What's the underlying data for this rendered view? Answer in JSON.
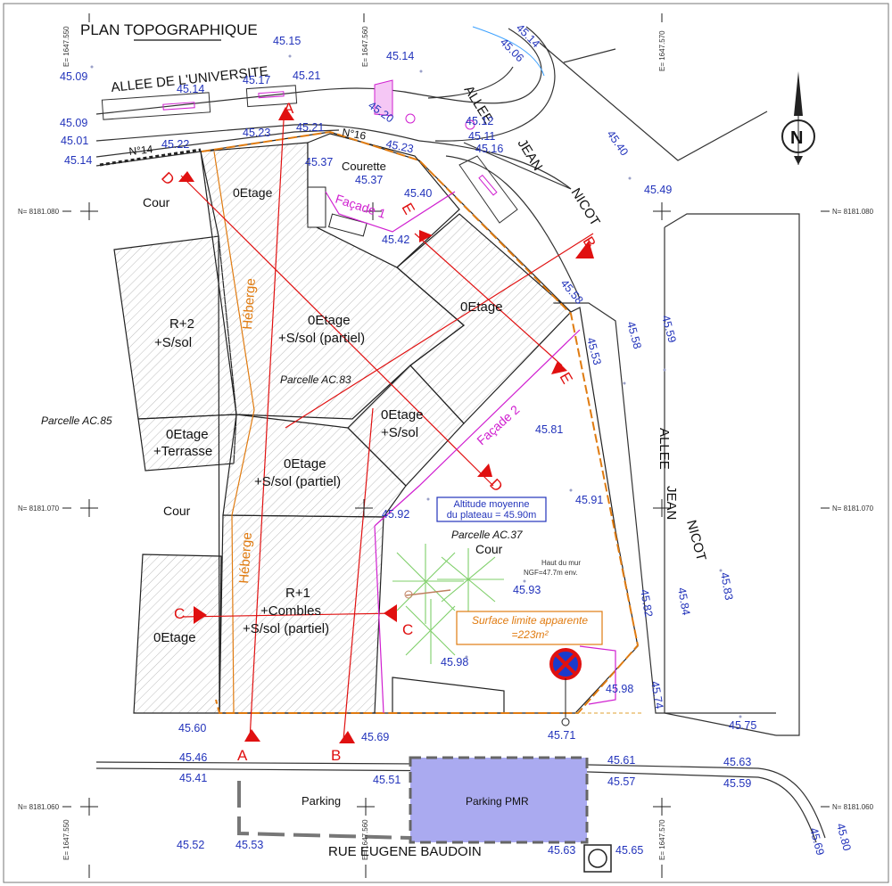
{
  "title": "PLAN TOPOGRAPHIQUE",
  "streets": {
    "allee_universite": "ALLEE   DE   L'UNIVERSITE",
    "allee": "ALLEE",
    "jean": "JEAN",
    "nicot": "NICOT",
    "allee_right": "ALLEE",
    "jean_right": "JEAN",
    "nicot_right": "NICOT",
    "rue": "RUE   EUGENE    BAUDOIN"
  },
  "street_numbers": {
    "n14": "N°14",
    "n16": "N°16"
  },
  "building_labels": {
    "etage_top": "0Etage",
    "r2_line1": "R+2",
    "r2_line2": "+S/sol",
    "center_line1": "0Etage",
    "center_line2": "+S/sol (partiel)",
    "right_etage": "0Etage",
    "terrasse_line1": "0Etage",
    "terrasse_line2": "+Terrasse",
    "mid_line1": "0Etage",
    "mid_line2": "+S/sol",
    "lower_line1": "0Etage",
    "lower_line2": "+S/sol (partiel)",
    "r1_line1": "R+1",
    "r1_line2": "+Combles",
    "r1_line3": "+S/sol (partiel)",
    "left_bottom_etage": "0Etage"
  },
  "areas": {
    "cour_top": "Cour",
    "cour_mid": "Cour",
    "cour_right": "Cour",
    "courette": "Courette",
    "parcelle_83": "Parcelle AC.83",
    "parcelle_85": "Parcelle AC.85",
    "parcelle_37": "Parcelle AC.37",
    "parking": "Parking",
    "parking_pmr": "Parking PMR"
  },
  "heberge": {
    "top": "Héberge",
    "bottom": "Héberge"
  },
  "facades": {
    "f1": "Façade 1",
    "f2": "Façade 2"
  },
  "section_marks": {
    "a": "A",
    "b": "B",
    "c": "C",
    "d": "D",
    "e": "E"
  },
  "boxes": {
    "altitude_line1": "Altitude moyenne",
    "altitude_line2": "du plateau = 45.90m",
    "surface_line1": "Surface limite apparente",
    "surface_line2": "=223m²"
  },
  "mur_note": {
    "line1": "Haut du mur",
    "line2": "NGF=47.7m env."
  },
  "grid_labels": {
    "n_8181_080_left": "N= 8181.080",
    "n_8181_070_left": "N= 8181.070",
    "n_8181_060_left": "N= 8181.060",
    "n_8181_080_right": "N= 8181.080",
    "n_8181_070_right": "N= 8181.070",
    "n_8181_060_right": "N= 8181.060",
    "e_1647_550_top": "E= 1647.550",
    "e_1647_560_top": "E= 1647.560",
    "e_1647_570_top": "E= 1647.570",
    "e_1647_550_bottom": "E= 1647.550",
    "e_1647_560_bottom": "E= 1647.560",
    "e_1647_570_bottom": "E= 1647.570"
  },
  "north_symbol": "N",
  "elevations": [
    "45.15",
    "45.09",
    "45.14",
    "45.17",
    "45.21",
    "45.09",
    "45.01",
    "45.14",
    "45.22",
    "45.23",
    "45.21",
    "45.37",
    "45.37",
    "45.20",
    "45.14",
    "45.06",
    "45.14",
    "45.12",
    "45.11",
    "45.16",
    "45.23",
    "45.40",
    "45.42",
    "45.49",
    "45.40",
    "45.58",
    "45.53",
    "45.58",
    "45.59",
    "45.81",
    "45.91",
    "45.92",
    "45.93",
    "45.98",
    "45.98",
    "45.82",
    "45.84",
    "45.83",
    "45.74",
    "45.75",
    "45.60",
    "45.69",
    "45.71",
    "45.46",
    "45.41",
    "45.51",
    "45.61",
    "45.57",
    "45.63",
    "45.59",
    "45.52",
    "45.53",
    "45.63",
    "45.65",
    "45.69",
    "45.80"
  ],
  "colors": {
    "elevation_blue": "#2233bb",
    "section_red": "#e01010",
    "facade_magenta": "#d020d0",
    "heberge_orange": "#e07b10",
    "parking_pmr_fill": "#aaaaf0",
    "tree_green": "#7fcf6a"
  }
}
